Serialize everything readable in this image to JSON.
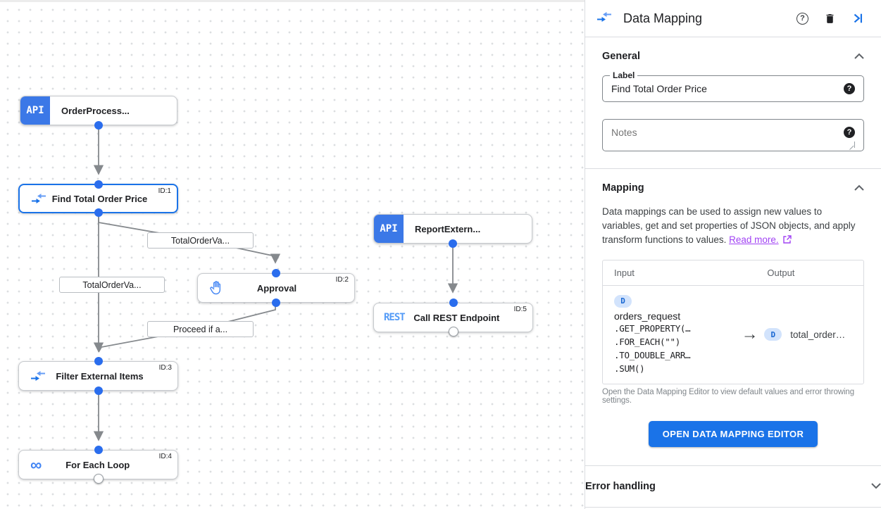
{
  "colors": {
    "accent_blue": "#1a73e8",
    "api_badge_blue": "#3b78e7",
    "rest_blue": "#549bf7",
    "link_purple": "#a142f4",
    "edge_gray": "#85898d",
    "badge_bg": "#d2e3fc",
    "badge_text": "#1967d2"
  },
  "icons": {
    "help": "?",
    "infinity": "∞",
    "arrow_right": "→"
  },
  "canvas": {
    "nodes": [
      {
        "label": "OrderProcess...",
        "badge": "API"
      },
      {
        "label": "Find Total Order Price",
        "id": "ID:1"
      },
      {
        "label": "Approval",
        "id": "ID:2"
      },
      {
        "label": "ReportExtern...",
        "badge": "API"
      },
      {
        "label": "Call REST Endpoint",
        "id": "ID:5",
        "badge": "REST"
      },
      {
        "label": "Filter External Items",
        "id": "ID:3"
      },
      {
        "label": "For Each Loop",
        "id": "ID:4"
      }
    ],
    "edge_labels": [
      {
        "text": "TotalOrderVa..."
      },
      {
        "text": "TotalOrderVa..."
      },
      {
        "text": "Proceed if a..."
      }
    ]
  },
  "panel": {
    "title": "Data Mapping",
    "general": {
      "title": "General",
      "label_field": {
        "label": "Label",
        "value": "Find Total Order Price"
      },
      "notes_field": {
        "placeholder": "Notes"
      }
    },
    "mapping": {
      "title": "Mapping",
      "description": "Data mappings can be used to assign new values to variables, get and set properties of JSON objects, and apply transform functions to values.",
      "read_more": "Read more.",
      "table": {
        "input_header": "Input",
        "output_header": "Output",
        "input_badge": "D",
        "input_var": "orders_request",
        "input_code": [
          ".GET_PROPERTY(…",
          ".FOR_EACH(\"\")",
          ".TO_DOUBLE_ARR…",
          ".SUM()"
        ],
        "arrow": "→",
        "output_badge": "D",
        "output_var": "total_order…"
      },
      "footnote": "Open the Data Mapping Editor to view default values and error throwing settings.",
      "button": "OPEN DATA MAPPING EDITOR"
    },
    "error_handling": {
      "title": "Error handling"
    }
  }
}
